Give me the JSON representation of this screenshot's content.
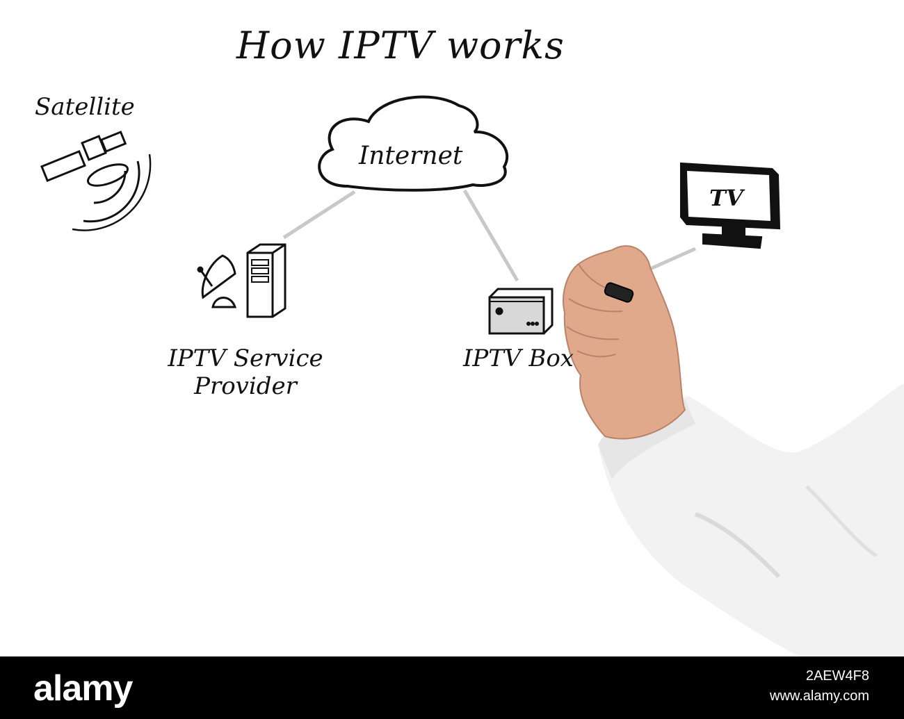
{
  "diagram": {
    "title": "How IPTV works",
    "nodes": {
      "satellite": "Satellite",
      "internet": "Internet",
      "tv": "TV",
      "provider_line1": "IPTV Service",
      "provider_line2": "Provider",
      "box": "IPTV Box"
    }
  },
  "footer": {
    "brand": "alamy",
    "image_id": "2AEW4F8",
    "site": "www.alamy.com"
  },
  "colors": {
    "ink": "#111111",
    "connector": "#c8c8c8",
    "skin": "#e0a98c",
    "shirt": "#f2f2f2",
    "footer_bg": "#000000"
  }
}
